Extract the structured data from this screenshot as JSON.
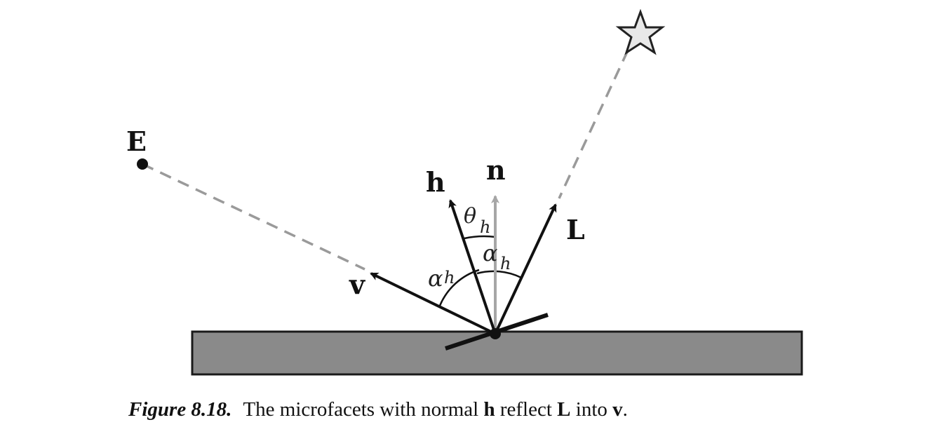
{
  "figure": {
    "labels": {
      "eye": "E",
      "view_vector": "v",
      "half_vector": "h",
      "normal": "n",
      "light_vector": "L",
      "theta": "θ",
      "theta_sub": "h",
      "alpha_left": "α",
      "alpha_left_sub": "h",
      "alpha_right": "α",
      "alpha_right_sub": "h"
    },
    "icons": {
      "light_source": "star-icon"
    },
    "colors": {
      "surface_fill": "#8a8a8a",
      "surface_stroke": "#1a1a1a",
      "vector_stroke": "#111111",
      "normal_stroke": "#a6a6a6",
      "dashed_line": "#9a9a9a",
      "star_fill": "#e8e8e8"
    }
  },
  "caption": {
    "figure_number": "Figure 8.18.",
    "text_1": "The microfacets with normal ",
    "bold_1": "h",
    "text_2": " reflect ",
    "bold_2": "L",
    "text_3": " into ",
    "bold_3": "v",
    "text_4": "."
  }
}
